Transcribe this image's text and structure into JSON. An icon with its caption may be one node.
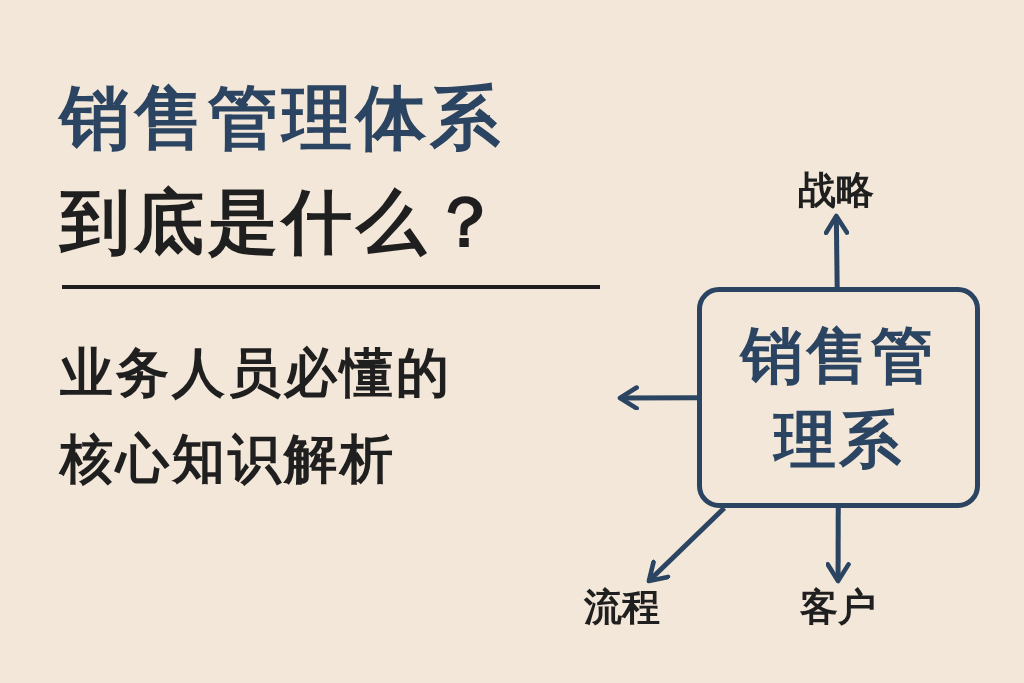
{
  "diagram": {
    "title": "销售管理体系",
    "nodes": [
      {
        "text": [
          "销售管理系"
        ]
      },
      {
        "text": [
          "战略"
        ]
      },
      {
        "text": [
          "流程"
        ]
      },
      {
        "text": [
          "客户"
        ]
      }
    ],
    "edges": [
      {
        "from": 0,
        "to": 1,
        "arrow": "to"
      },
      {
        "from": 0,
        "to": null,
        "arrow": "to"
      },
      {
        "from": 0,
        "to": 2,
        "arrow": "to"
      },
      {
        "from": 0,
        "to": 3,
        "arrow": "to"
      }
    ],
    "labels": [
      "到底是什么？",
      "业务人员必懂的核心知识解析"
    ]
  }
}
